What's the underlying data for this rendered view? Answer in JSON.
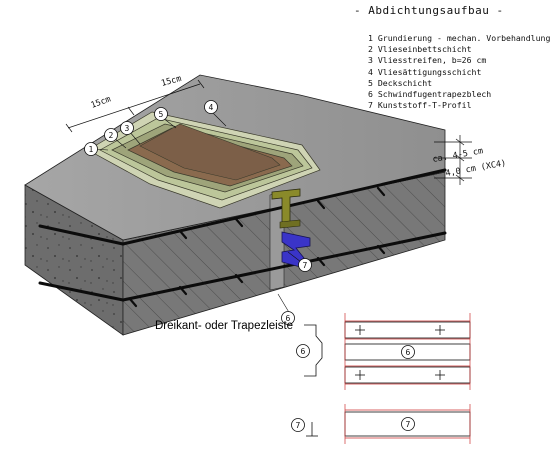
{
  "title": "- Abdichtungsaufbau -",
  "legend": [
    "1 Grundierung - mechan. Vorbehandlung",
    "2 Vlieseinbettschicht",
    "3 Vliesstreifen, b=26 cm",
    "4 Vliesättigungsschicht",
    "5 Deckschicht",
    "6 Schwindfugentrapezblech",
    "7 Kunststoff-T-Profil"
  ],
  "dimensions": {
    "width_left": "15cm",
    "width_right": "15cm",
    "top_layer": "ca. 4-5 cm",
    "bottom_layer": "4,0 cm (XC4)"
  },
  "callouts": [
    "1",
    "2",
    "3",
    "4",
    "5",
    "6",
    "7"
  ],
  "label_trapezleiste": "Dreikant- oder Trapezleiste",
  "colors": {
    "concrete": "#8c8c8c",
    "concrete_side": "#6f6f6f",
    "membrane_brown": "#8a6a4e",
    "membrane_green": "#c8cfa8",
    "t_profile": "#8a8a2a",
    "trapezoid_sheet": "#3a34c8"
  }
}
